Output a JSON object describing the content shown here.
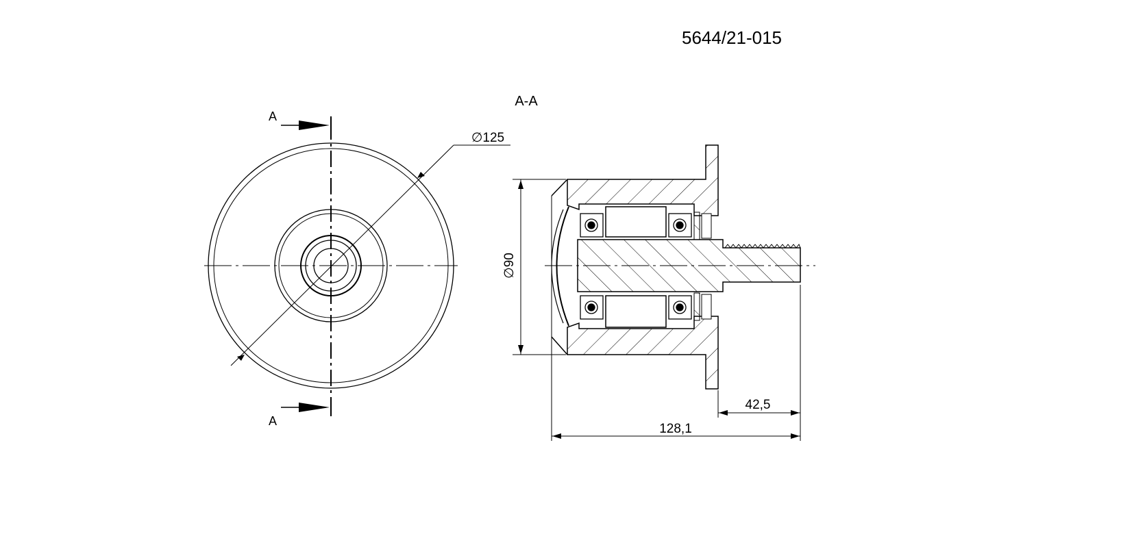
{
  "drawing_number": "5644/21-015",
  "section_title": "A-A",
  "section_marks": {
    "top": "A",
    "bottom": "A"
  },
  "dimensions": {
    "outer_diameter": "∅125",
    "housing_diameter": "∅90",
    "shaft_extension": "42,5",
    "overall_length": "128,1"
  },
  "colors": {
    "line": "#000000",
    "background": "#ffffff"
  }
}
